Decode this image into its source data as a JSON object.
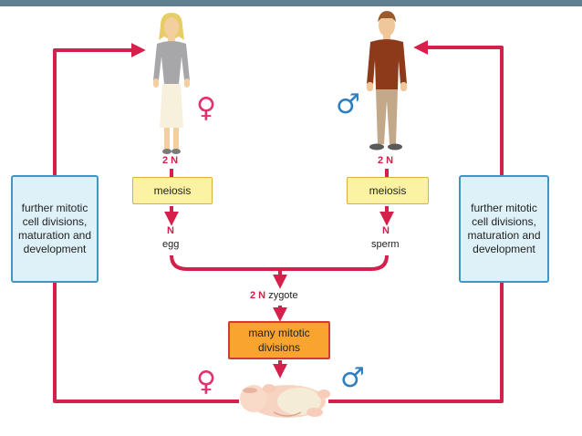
{
  "labels": {
    "left_box": "further mitotic cell divisions, maturation and development",
    "right_box": "further mitotic cell divisions, maturation and development",
    "meiosis_left": "meiosis",
    "meiosis_right": "meiosis",
    "ploidy_2n": "2 N",
    "ploidy_n": "N",
    "egg": "egg",
    "sperm": "sperm",
    "zygote_ploidy": "2 N",
    "zygote": "zygote",
    "mitotic_box": "many mitotic divisions"
  },
  "icons": {
    "female": "♀",
    "male": "♂"
  },
  "colors": {
    "arrow": "#d4204a",
    "side_box_fill": "#dff1f8",
    "side_box_border": "#3f96c2",
    "meiosis_fill": "#fbf2a4",
    "mitotic_fill": "#f8a42e",
    "female_symbol": "#e0336d",
    "male_symbol": "#2f7fc0"
  }
}
